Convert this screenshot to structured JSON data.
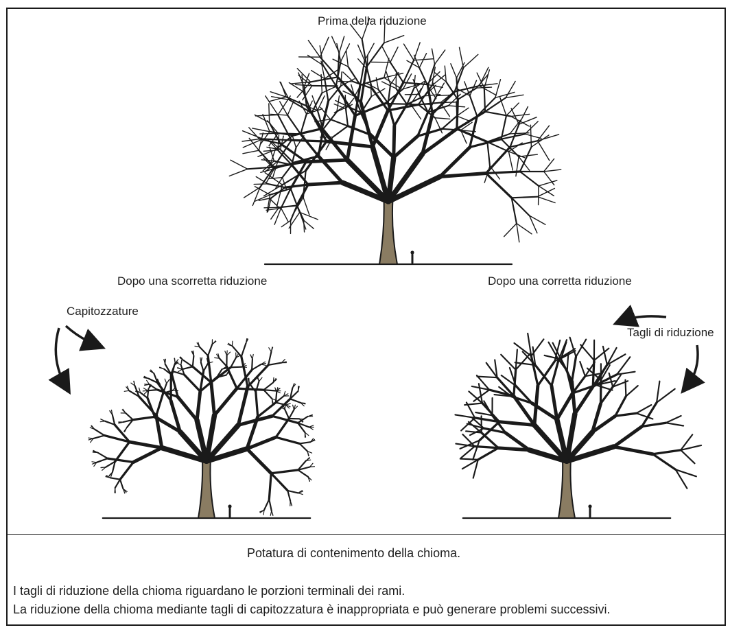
{
  "labels": {
    "top": "Prima della riduzione",
    "left": "Dopo una scorretta riduzione",
    "right": "Dopo una corretta riduzione",
    "capitozzature": "Capitozzature",
    "tagli": "Tagli di riduzione"
  },
  "caption": {
    "title": "Potatura di contenimento della chioma.",
    "line1": "I tagli di riduzione della chioma riguardano le porzioni terminali dei rami.",
    "line2": "La riduzione della chioma mediante tagli di capitozzatura è inappropriata e può generare problemi successivi."
  },
  "colors": {
    "ink": "#1a1a1a",
    "trunk": "#8a7c62"
  }
}
